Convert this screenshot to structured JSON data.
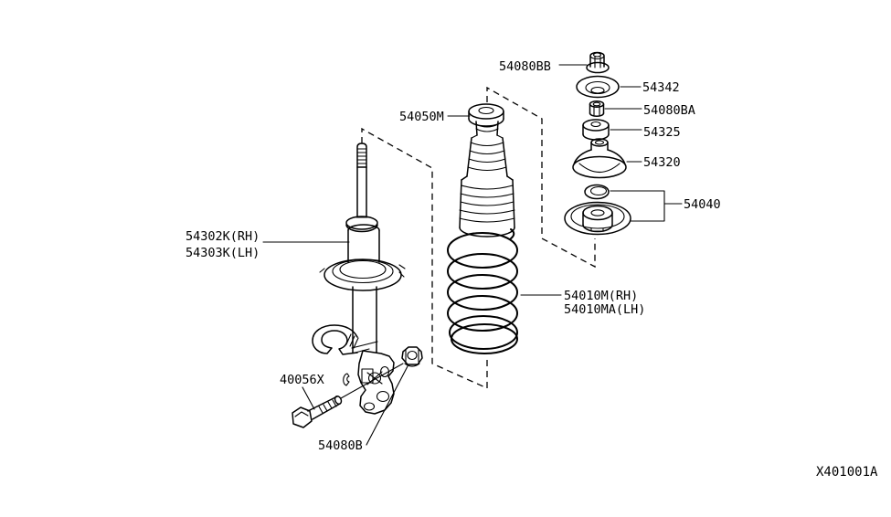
{
  "colors": {
    "line": "#000000",
    "background": "#ffffff"
  },
  "labels": {
    "nut_top": "54080BB",
    "washer": "54342",
    "nut_small": "54080BA",
    "bushing": "54325",
    "mount": "54320",
    "mount_kit": "54040",
    "boot": "54050M",
    "strut_rh": "54302K(RH)",
    "strut_lh": "54303K(LH)",
    "spring_rh": "54010M(RH)",
    "spring_lh": "54010MA(LH)",
    "bolt": "40056X",
    "nut_flange": "54080B"
  },
  "footer": {
    "diagram_id": "X401001A"
  }
}
